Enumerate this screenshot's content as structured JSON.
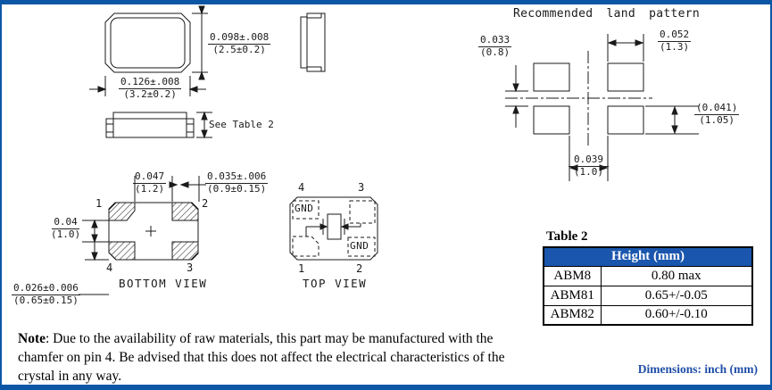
{
  "colors": {
    "frame_blue": "#0b57a6",
    "table_header_blue": "#1a56ad",
    "footer_blue": "#1f4ea8"
  },
  "package_front": {
    "dim_height": {
      "inch": "0.098±.008",
      "mm": "(2.5±0.2)"
    },
    "dim_width": {
      "inch": "0.126±.008",
      "mm": "(3.2±0.2)"
    }
  },
  "side_view": {
    "height_ref": "See Table 2"
  },
  "bottom_view": {
    "label": "BOTTOM VIEW",
    "pin1": "1",
    "pin2": "2",
    "pin3": "3",
    "pin4": "4",
    "dim_pad_gap_x": {
      "inch": "0.047",
      "mm": "(1.2)"
    },
    "dim_pad_width": {
      "inch": "0.035±.006",
      "mm": "(0.9±0.15)"
    },
    "dim_pad_gap_y": {
      "inch": "0.04",
      "mm": "(1.0)"
    },
    "dim_pad_height": {
      "inch": "0.026±0.006",
      "mm": "(0.65±0.15)"
    }
  },
  "top_view": {
    "label": "TOP VIEW",
    "pin1": "1",
    "pin2": "2",
    "pin3": "3",
    "pin4": "4",
    "gnd_top": "GND",
    "gnd_bottom": "GND"
  },
  "land_pattern": {
    "title": "Recommended land pattern",
    "dim_row_gap": {
      "inch": "0.033",
      "mm": "(0.8)"
    },
    "dim_pad_width": {
      "inch": "0.052",
      "mm": "(1.3)"
    },
    "dim_pad_height": {
      "inch": "(0.041)",
      "mm": "(1.05)"
    },
    "dim_col_gap": {
      "inch": "0.039",
      "mm": "(1.0)"
    }
  },
  "table2": {
    "caption": "Table 2",
    "header": "Height (mm)",
    "rows": [
      {
        "model": "ABM8",
        "height": "0.80 max"
      },
      {
        "model": "ABM81",
        "height": "0.65+/-0.05"
      },
      {
        "model": "ABM82",
        "height": "0.60+/-0.10"
      }
    ]
  },
  "note": {
    "label": "Note",
    "body": ": Due to the availability of raw materials, this part may be manufactured with the chamfer on pin 4. Be advised that this does not affect the electrical characteristics of the crystal in any way."
  },
  "footer": {
    "units": "Dimensions: inch (mm)"
  }
}
